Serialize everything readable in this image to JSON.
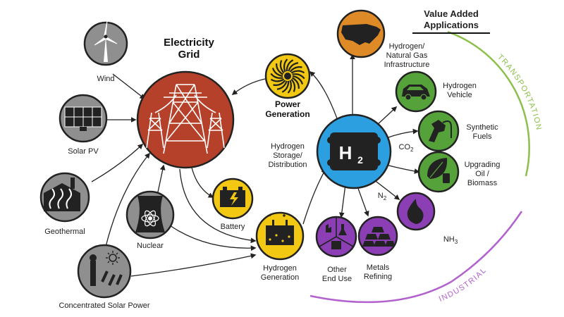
{
  "value_added_title": "Value Added Applications",
  "transportation_label": "TRANSPORTATION",
  "industrial_label": "INDUSTRIAL",
  "colors": {
    "grid_red": "#b5412a",
    "power_yellow": "#f3c812",
    "h2_blue": "#2b9fe0",
    "gray": "#8f8f8f",
    "green": "#56a23a",
    "purple": "#8c3fb5",
    "orange": "#dd8a27",
    "transport_green": "#8cc04a",
    "industrial_purple": "#b262cf"
  },
  "nodes": {
    "grid": {
      "line1": "Electricity",
      "line2": "Grid",
      "icon": "transmission-towers-icon"
    },
    "power_generation": {
      "line1": "Power",
      "line2": "Generation",
      "icon": "turbine-icon"
    },
    "hydrogen": {
      "symbol": "H",
      "subscript": "2",
      "label_line1": "Hydrogen",
      "label_line2": "Storage/",
      "label_line3": "Distribution",
      "icon": "h2-tank-icon"
    },
    "wind": {
      "label": "Wind",
      "icon": "wind-turbine-icon"
    },
    "solar_pv": {
      "label": "Solar PV",
      "icon": "solar-panel-icon"
    },
    "geothermal": {
      "label": "Geothermal",
      "icon": "geothermal-plant-icon"
    },
    "nuclear": {
      "label": "Nuclear",
      "icon": "nuclear-icon"
    },
    "csp": {
      "label": "Concentrated Solar Power",
      "icon": "solar-tower-icon"
    },
    "battery": {
      "label": "Battery",
      "icon": "battery-icon"
    },
    "hydrogen_generation": {
      "line1": "Hydrogen",
      "line2": "Generation",
      "icon": "electrolyzer-icon"
    },
    "infrastructure": {
      "line1": "Hydrogen/",
      "line2": "Natural Gas",
      "line3": "Infrastructure",
      "icon": "usa-map-icon"
    },
    "vehicle": {
      "line1": "Hydrogen",
      "line2": "Vehicle",
      "icon": "car-icon"
    },
    "synthetic_fuels": {
      "line1": "Synthetic",
      "line2": "Fuels",
      "icon": "fuel-pump-icon"
    },
    "upgrading": {
      "line1": "Upgrading",
      "line2": "Oil /",
      "line3": "Biomass",
      "icon": "leaf-barrel-icon"
    },
    "nh3": {
      "label": "NH",
      "sub": "3",
      "icon": "flame-icon"
    },
    "metals": {
      "line1": "Metals",
      "line2": "Refining",
      "icon": "ingots-icon"
    },
    "other_end_use": {
      "line1": "Other",
      "line2": "End Use",
      "icon": "factory-flask-icon"
    }
  },
  "annotations": {
    "co2": {
      "text": "CO",
      "sub": "2"
    },
    "n2": {
      "text": "N",
      "sub": "2"
    }
  }
}
